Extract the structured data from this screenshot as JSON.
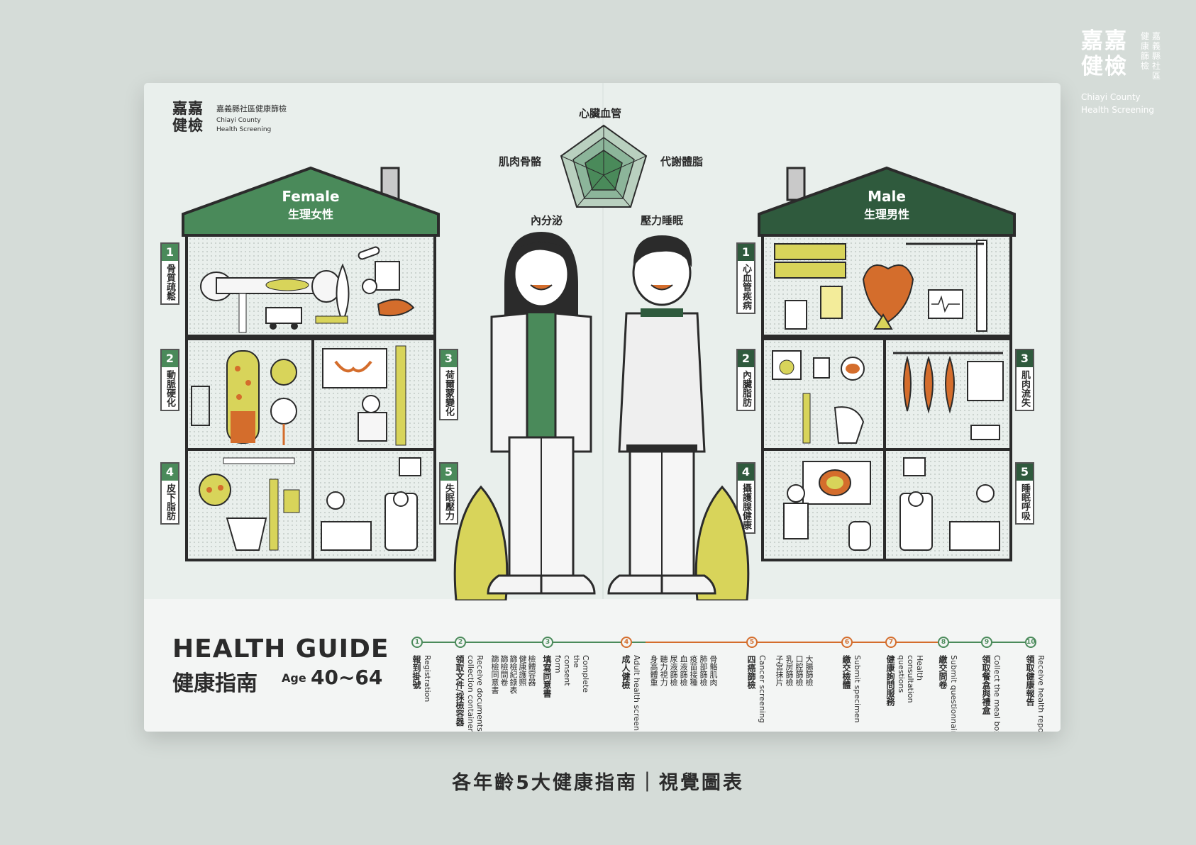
{
  "brand": {
    "logo_line1": "嘉嘉",
    "logo_line2": "健檢",
    "vertical_col1": "嘉義縣社區",
    "vertical_col2": "健康篩檢",
    "en_line1": "Chiayi County",
    "en_line2": "Health Screening"
  },
  "poster": {
    "logo_line1": "嘉嘉",
    "logo_line2": "健檢",
    "org_zh": "嘉義縣社區健康篩檢",
    "org_en_line1": "Chiayi County",
    "org_en_line2": "Health Screening",
    "pentagon": {
      "top": "心臟血管",
      "left": "肌肉骨骼",
      "right": "代謝體脂",
      "bottom_left": "內分泌",
      "bottom_right": "壓力睡眠"
    },
    "female": {
      "title_en": "Female",
      "title_zh": "生理女性",
      "sections": [
        {
          "num": "1",
          "label": "骨質疏鬆"
        },
        {
          "num": "2",
          "label": "動脈硬化"
        },
        {
          "num": "3",
          "label": "荷爾蒙變化"
        },
        {
          "num": "4",
          "label": "皮下脂肪"
        },
        {
          "num": "5",
          "label": "失眠壓力"
        }
      ]
    },
    "male": {
      "title_en": "Male",
      "title_zh": "生理男性",
      "sections": [
        {
          "num": "1",
          "label": "心血管疾病"
        },
        {
          "num": "2",
          "label": "內臟脂肪"
        },
        {
          "num": "3",
          "label": "肌肉流失"
        },
        {
          "num": "4",
          "label": "攝護腺健康"
        },
        {
          "num": "5",
          "label": "睡眠呼吸"
        }
      ]
    },
    "guide": {
      "title_en": "HEALTH GUIDE",
      "title_zh": "健康指南",
      "age_label": "Age",
      "age_range": "40~64",
      "steps": [
        {
          "num": "1",
          "zh": "報到掛號",
          "en": "Registration",
          "items": []
        },
        {
          "num": "2",
          "zh": "領取文件/採檢容器",
          "en": "Receive documents / collection container",
          "items": [
            "檢體容器",
            "健康護照",
            "篩檢紀錄表",
            "篩檢問卷",
            "篩檢同意書"
          ]
        },
        {
          "num": "3",
          "zh": "填寫同意書",
          "en": "Complete the consent form",
          "items": []
        },
        {
          "num": "4",
          "zh": "成人健檢",
          "en": "Adult health screening",
          "items": [
            "身高體重",
            "聽力視力",
            "尿液篩檢",
            "血液篩檢",
            "疫苗接種",
            "肺部篩檢",
            "骨骼肌肉"
          ]
        },
        {
          "num": "5",
          "zh": "四癌篩檢",
          "en": "Cancer screening",
          "items": [
            "子宮抹片",
            "乳房篩檢",
            "口腔篩檢",
            "大腸篩檢"
          ]
        },
        {
          "num": "6",
          "zh": "繳交檢體",
          "en": "Submit specimen",
          "items": []
        },
        {
          "num": "7",
          "zh": "健康詢問服務",
          "en": "Health consultation questions",
          "items": []
        },
        {
          "num": "8",
          "zh": "繳交問卷",
          "en": "Submit questionnaire",
          "items": []
        },
        {
          "num": "9",
          "zh": "領取餐盒與禮盒",
          "en": "Collect the meal box",
          "items": []
        },
        {
          "num": "10",
          "zh": "領取健康報告",
          "en": "Receive health report",
          "items": []
        }
      ]
    }
  },
  "caption": "各年齡5大健康指南｜視覺圖表",
  "colors": {
    "green": "#4a8a5a",
    "dark_green": "#2f5a3d",
    "orange": "#d46d2c",
    "yellow": "#d8d45a",
    "background": "#d5dcd8",
    "poster": "#e9efec"
  }
}
